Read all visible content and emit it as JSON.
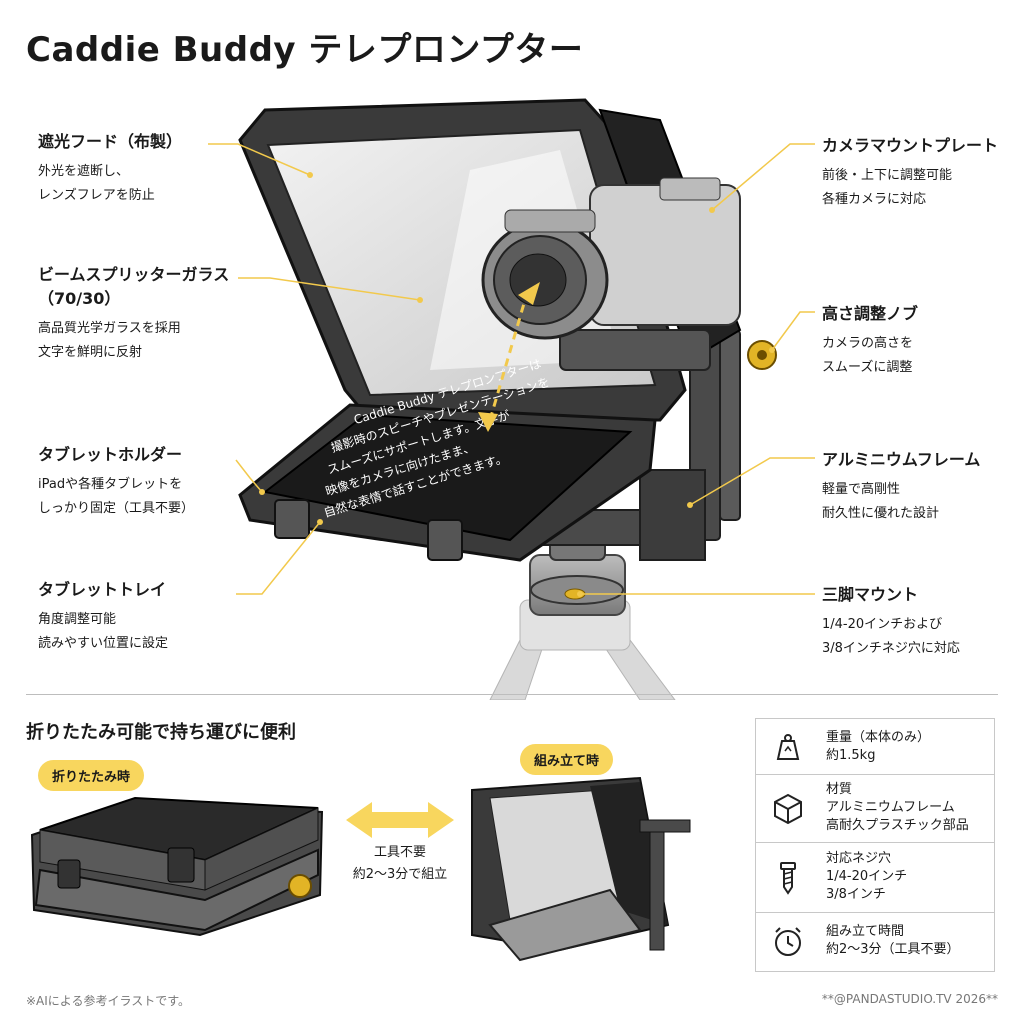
{
  "title": "Caddie Buddy テレプロンプター",
  "callouts": {
    "hood": {
      "head": "遮光フード（布製）",
      "lines": [
        "外光を遮断し、",
        "レンズフレアを防止"
      ]
    },
    "glass": {
      "head": "ビームスプリッターガラス",
      "head2": "（70/30）",
      "lines": [
        "高品質光学ガラスを採用",
        "文字を鮮明に反射"
      ]
    },
    "holder": {
      "head": "タブレットホルダー",
      "lines": [
        "iPadや各種タブレットを",
        "しっかり固定（工具不要）"
      ]
    },
    "tray": {
      "head": "タブレットトレイ",
      "lines": [
        "角度調整可能",
        "読みやすい位置に設定"
      ]
    },
    "camera_plate": {
      "head": "カメラマウントプレート",
      "lines": [
        "前後・上下に調整可能",
        "各種カメラに対応"
      ]
    },
    "height_knob": {
      "head": "高さ調整ノブ",
      "lines": [
        "カメラの高さを",
        "スムーズに調整"
      ]
    },
    "frame": {
      "head": "アルミニウムフレーム",
      "lines": [
        "軽量で高剛性",
        "耐久性に優れた設計"
      ]
    },
    "tripod": {
      "head": "三脚マウント",
      "lines": [
        "1/4-20インチおよび",
        "3/8インチネジ穴に対応"
      ]
    }
  },
  "screen_text": [
    "Caddie Buddy テレプロンプターは",
    "撮影時のスピーチやプレゼンテーションを",
    "スムーズにサポートします。文字が",
    "映像をカメラに向けたまま、",
    "自然な表情で話すことができます。"
  ],
  "section_title": "折りたたみ可能で持ち運びに便利",
  "folded_label": "折りたたみ時",
  "assembled_label": "組み立て時",
  "tool_note": [
    "工具不要",
    "約2〜3分で組立"
  ],
  "specs": [
    {
      "icon": "weight-icon",
      "lines": [
        "重量（本体のみ）",
        "約1.5kg"
      ]
    },
    {
      "icon": "cube-icon",
      "lines": [
        "材質",
        "アルミニウムフレーム",
        "高耐久プラスチック部品"
      ]
    },
    {
      "icon": "screw-icon",
      "lines": [
        "対応ネジ穴",
        "1/4-20インチ",
        "3/8インチ"
      ]
    },
    {
      "icon": "clock-icon",
      "lines": [
        "組み立て時間",
        "約2〜3分（工具不要）"
      ]
    }
  ],
  "footer_left": "※AIによる参考イラストです。",
  "footer_right": "**@PANDASTUDIO.TV 2026**",
  "colors": {
    "accent": "#f8d65e",
    "accent_line": "#f2c94c",
    "frame": "#3a3a3a"
  }
}
